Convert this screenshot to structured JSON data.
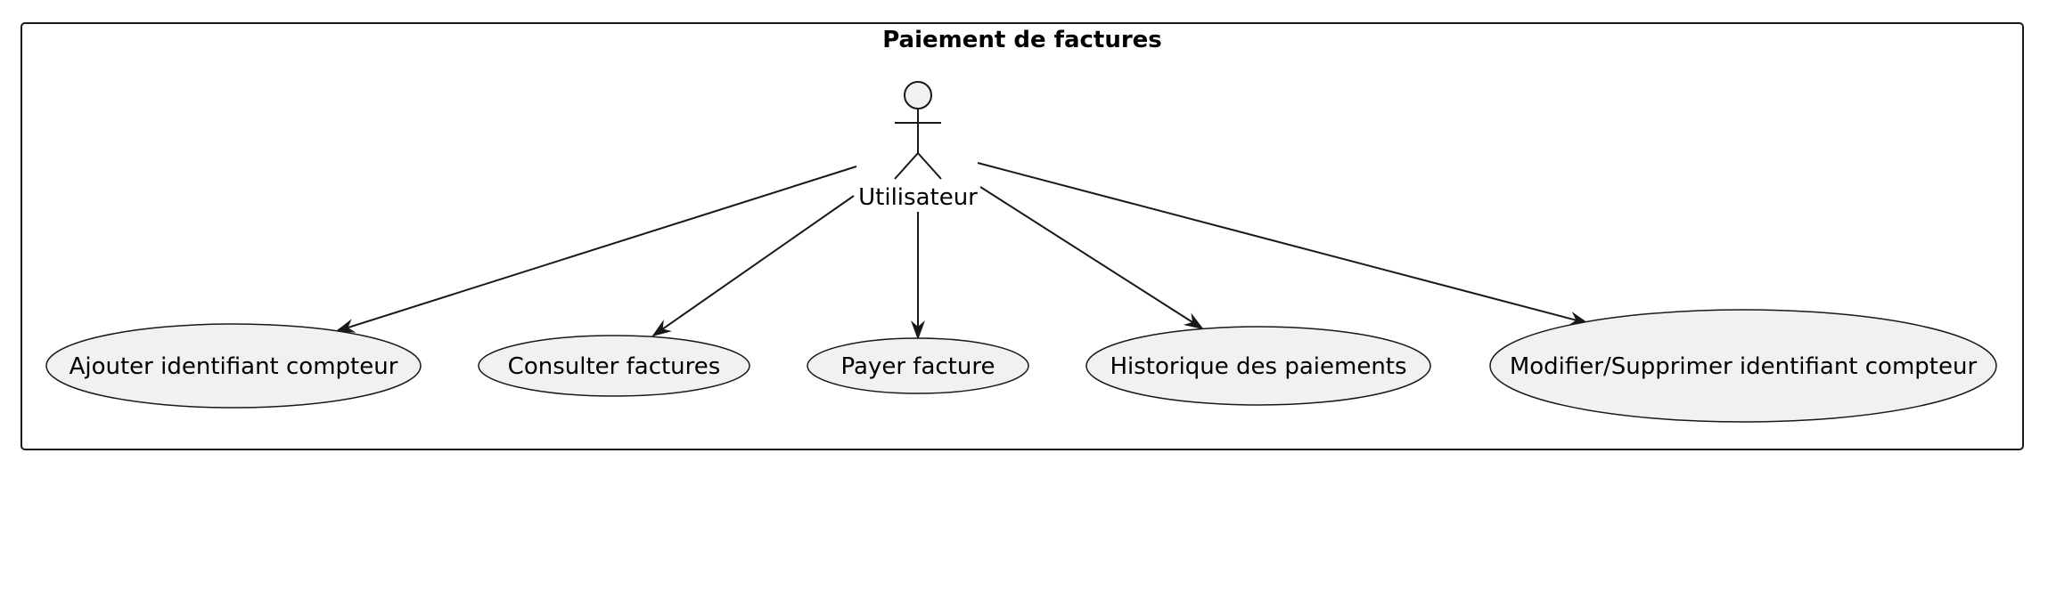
{
  "system": {
    "title": "Paiement de factures"
  },
  "actor": {
    "name": "Utilisateur"
  },
  "use_cases": [
    {
      "id": "ajouter",
      "label": "Ajouter identifiant compteur"
    },
    {
      "id": "consulter",
      "label": "Consulter factures"
    },
    {
      "id": "payer",
      "label": "Payer facture"
    },
    {
      "id": "historique",
      "label": "Historique des paiements"
    },
    {
      "id": "modifier",
      "label": "Modifier/Supprimer identifiant compteur"
    }
  ],
  "colors": {
    "border": "#181818",
    "fill": "#f1f1f1",
    "line": "#181818",
    "background": "#ffffff"
  }
}
